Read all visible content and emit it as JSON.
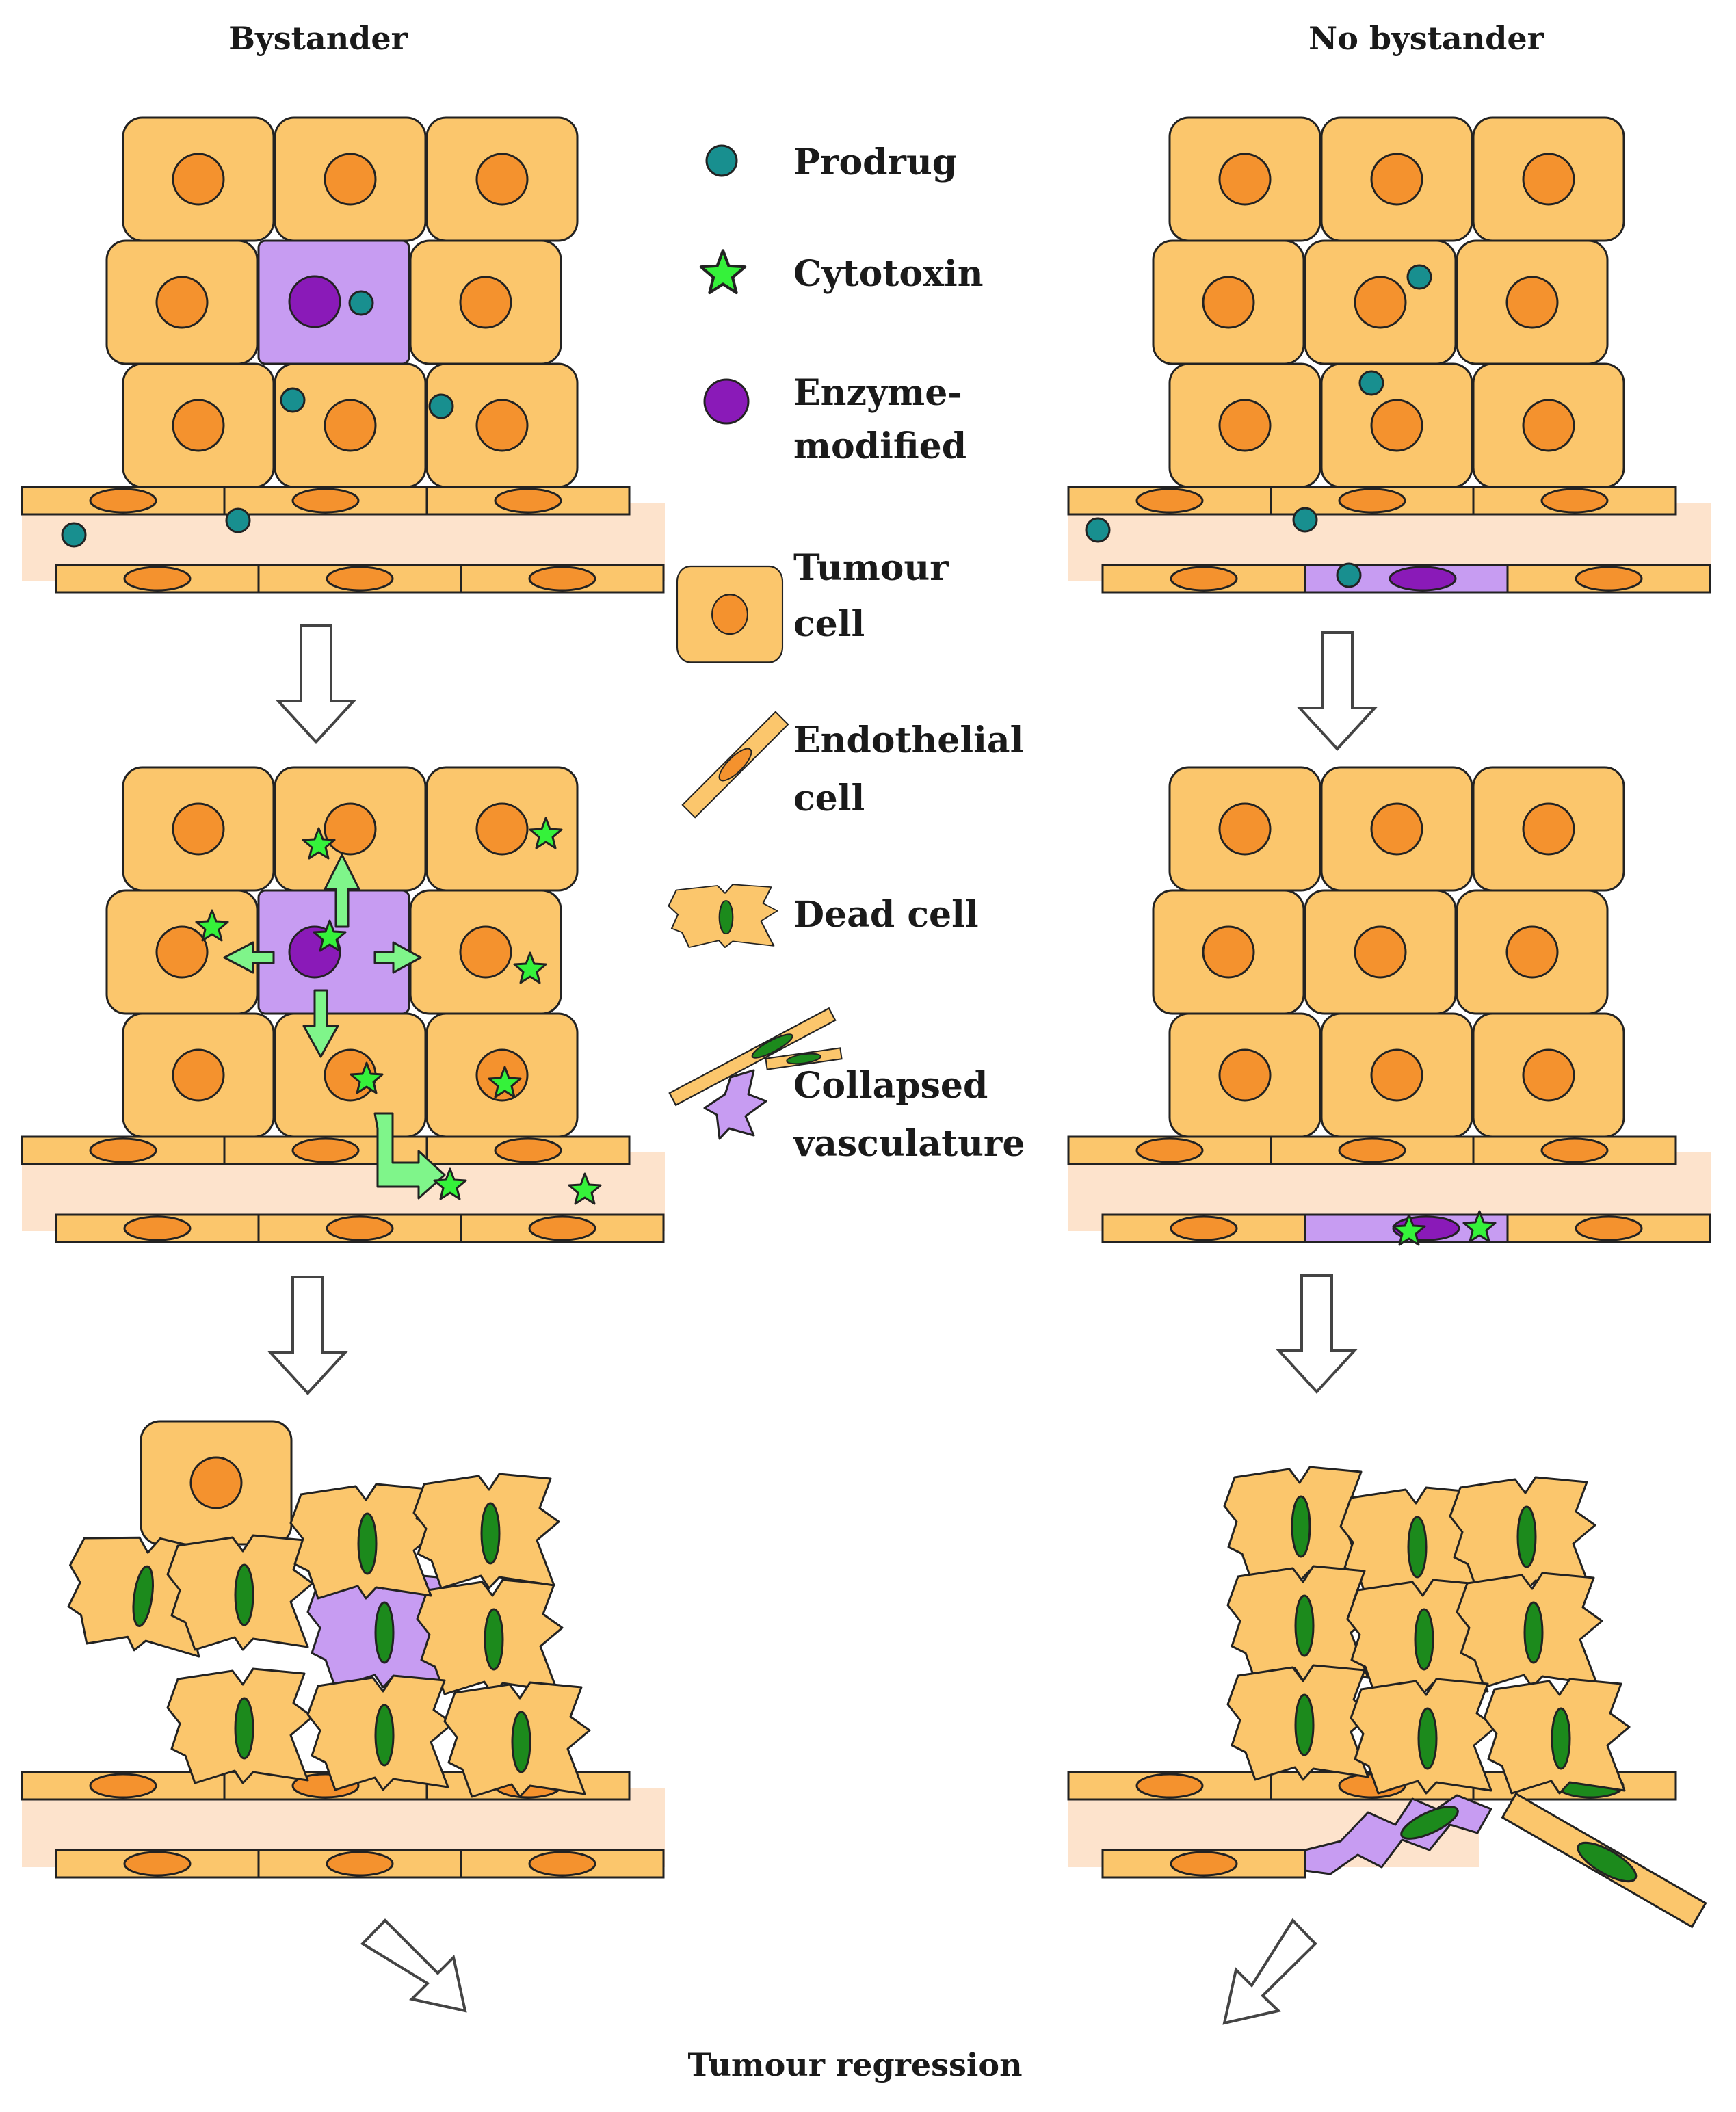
{
  "titles": {
    "bystander": "Bystander",
    "no_bystander": "No bystander",
    "outcome": "Tumour regression"
  },
  "legend": {
    "prodrug": "Prodrug",
    "cytotoxin": "Cytotoxin",
    "enzyme_line1": "Enzyme-",
    "enzyme_line2": "modified",
    "tumour_line1": "Tumour",
    "tumour_line2": "cell",
    "endothelial_line1": "Endothelial",
    "endothelial_line2": "cell",
    "dead": "Dead cell",
    "collapsed_line1": "Collapsed",
    "collapsed_line2": "vasculature"
  },
  "colors": {
    "tumour_cell": "#fbc66c",
    "nucleus": "#f4922e",
    "enzyme_cell": "#c79cf2",
    "enzyme_nucleus": "#8a1ab8",
    "prodrug": "#188f8f",
    "cytotoxin": "#35f23a",
    "dead_nucleus": "#1c8a1c",
    "vessel_lumen": "#fde3cc",
    "arrow_green": "#7ff58a"
  }
}
